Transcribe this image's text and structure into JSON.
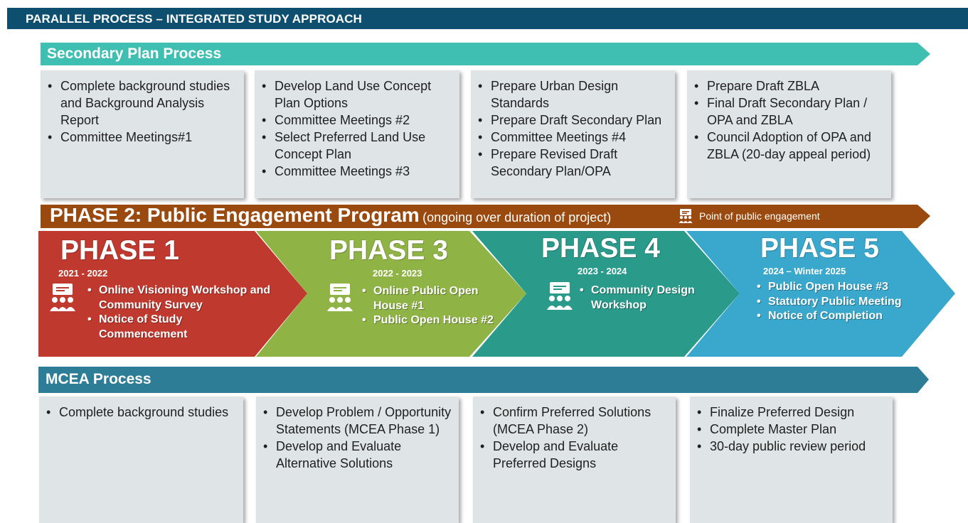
{
  "header": {
    "title": "PARALLEL PROCESS – INTEGRATED STUDY APPROACH"
  },
  "secondary_plan": {
    "label": "Secondary Plan Process",
    "color": "#3fbfb1",
    "boxes": [
      {
        "items": [
          "Complete background studies and Background Analysis Report",
          "Committee Meetings#1"
        ]
      },
      {
        "items": [
          "Develop Land Use Concept Plan Options",
          "Committee Meetings #2",
          "Select Preferred Land Use Concept Plan",
          "Committee Meetings #3"
        ]
      },
      {
        "items": [
          "Prepare Urban Design Standards",
          "Prepare Draft Secondary Plan",
          "Committee Meetings #4",
          "Prepare Revised Draft Secondary Plan/OPA"
        ]
      },
      {
        "items": [
          "Prepare Draft ZBLA",
          "Final Draft Secondary Plan / OPA and ZBLA",
          "Council Adoption of OPA and ZBLA (20-day appeal period)"
        ]
      }
    ]
  },
  "engagement": {
    "title": "PHASE 2: Public Engagement Program",
    "subtitle": "(ongoing over duration of project)",
    "legend_label": "Point of public engagement",
    "legend_icon": "public-engagement-icon",
    "color": "#9b4a0f"
  },
  "phases": [
    {
      "title": "PHASE 1",
      "years": "2021 - 2022",
      "color": "#c0392f",
      "items": [
        "Online Visioning Workshop and Community Survey",
        "Notice of Study Commencement"
      ]
    },
    {
      "title": "PHASE 3",
      "years": "2022 - 2023",
      "color": "#8fb445",
      "items": [
        "Online Public Open House #1",
        "Public Open House #2"
      ]
    },
    {
      "title": "PHASE 4",
      "years": "2023 - 2024",
      "color": "#2a9a8a",
      "items": [
        "Community Design Workshop"
      ]
    },
    {
      "title": "PHASE 5",
      "years": "2024 – Winter 2025",
      "color": "#3aa8cc",
      "items": [
        "Public Open House #3",
        "Statutory Public Meeting",
        "Notice of Completion"
      ]
    }
  ],
  "mcea": {
    "label": "MCEA Process",
    "color": "#2e7d96",
    "boxes": [
      {
        "items": [
          "Complete background studies"
        ]
      },
      {
        "items": [
          "Develop Problem / Opportunity Statements (MCEA Phase 1)",
          "Develop and Evaluate Alternative Solutions"
        ]
      },
      {
        "items": [
          "Confirm Preferred Solutions (MCEA Phase 2)",
          "Develop and Evaluate Preferred Designs"
        ]
      },
      {
        "items": [
          "Finalize Preferred Design",
          "Complete Master Plan",
          "30-day public review period"
        ]
      }
    ]
  }
}
